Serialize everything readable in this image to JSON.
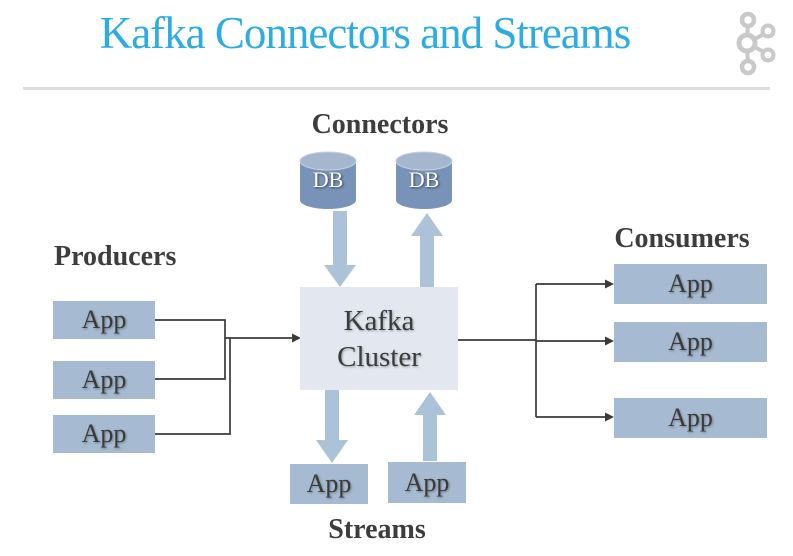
{
  "slide": {
    "title": "Kafka Connectors and Streams"
  },
  "logo": {
    "name": "kafka-logo"
  },
  "diagram": {
    "connectors": {
      "heading": "Connectors",
      "nodes": [
        "DB",
        "DB"
      ]
    },
    "producers": {
      "heading": "Producers",
      "nodes": [
        "App",
        "App",
        "App"
      ]
    },
    "consumers": {
      "heading": "Consumers",
      "nodes": [
        "App",
        "App",
        "App"
      ]
    },
    "streams": {
      "heading": "Streams",
      "nodes": [
        "App",
        "App"
      ]
    },
    "cluster": {
      "line1": "Kafka",
      "line2": "Cluster"
    }
  },
  "colors": {
    "title": "#2CACE3",
    "heading_text": "#3D3D3D",
    "node_fill": "#A6BAD1",
    "node_text": "#3A3A3A",
    "cylinder_body": "#7992B8",
    "cylinder_top": "#A4B7CF",
    "db_text": "#FFFFFF",
    "cluster_fill": "#E3E8F0",
    "thick_arrow": "#ACC2D8",
    "thin_line": "#3A3A3A",
    "divider": "#DCDCDC",
    "logo": "#C9C9C9",
    "background": "#FFFFFF"
  }
}
